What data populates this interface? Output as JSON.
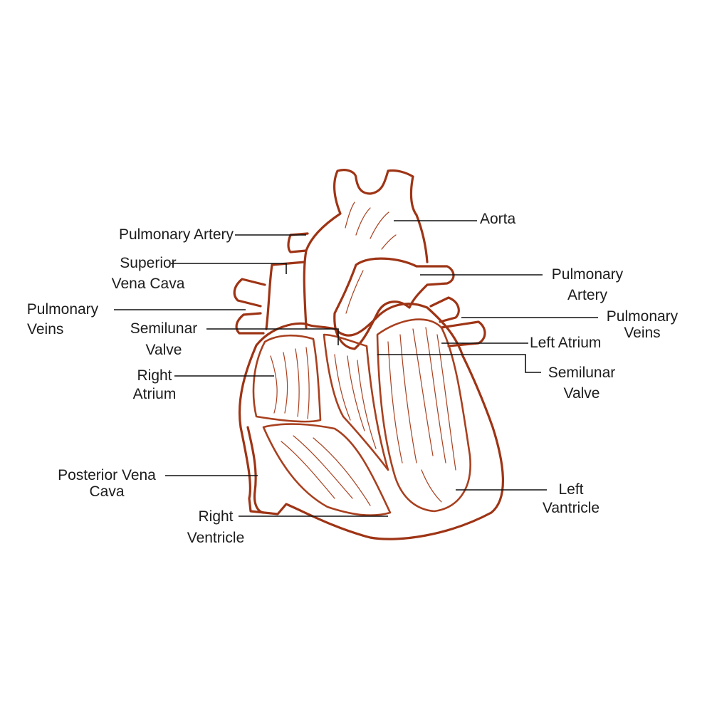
{
  "colors": {
    "heart_outline": "#9e3415",
    "heart_detail": "#a8401f",
    "leader_line": "#111111",
    "text": "#1c1c1c"
  },
  "labels": {
    "aorta": [
      "Aorta"
    ],
    "pulmonary_artery_left": [
      "Pulmonary Artery"
    ],
    "superior_vena_cava": [
      "Superior",
      "Vena Cava"
    ],
    "pulmonary_veins_left": [
      "Pulmonary",
      "Veins"
    ],
    "semilunar_valve_left": [
      "Semilunar",
      "Valve"
    ],
    "right_atrium": [
      "Right",
      "Atrium"
    ],
    "posterior_vena_cava": [
      "Posterior Vena",
      "Cava"
    ],
    "right_ventricle": [
      "Right",
      "Ventricle"
    ],
    "pulmonary_artery_right": [
      "Pulmonary",
      "Artery"
    ],
    "pulmonary_veins_right": [
      "Pulmonary",
      "Veins"
    ],
    "left_atrium": [
      "Left Atrium"
    ],
    "semilunar_valve_right": [
      "Semilunar",
      "Valve"
    ],
    "left_ventricle": [
      "Left",
      "Vantricle"
    ]
  }
}
